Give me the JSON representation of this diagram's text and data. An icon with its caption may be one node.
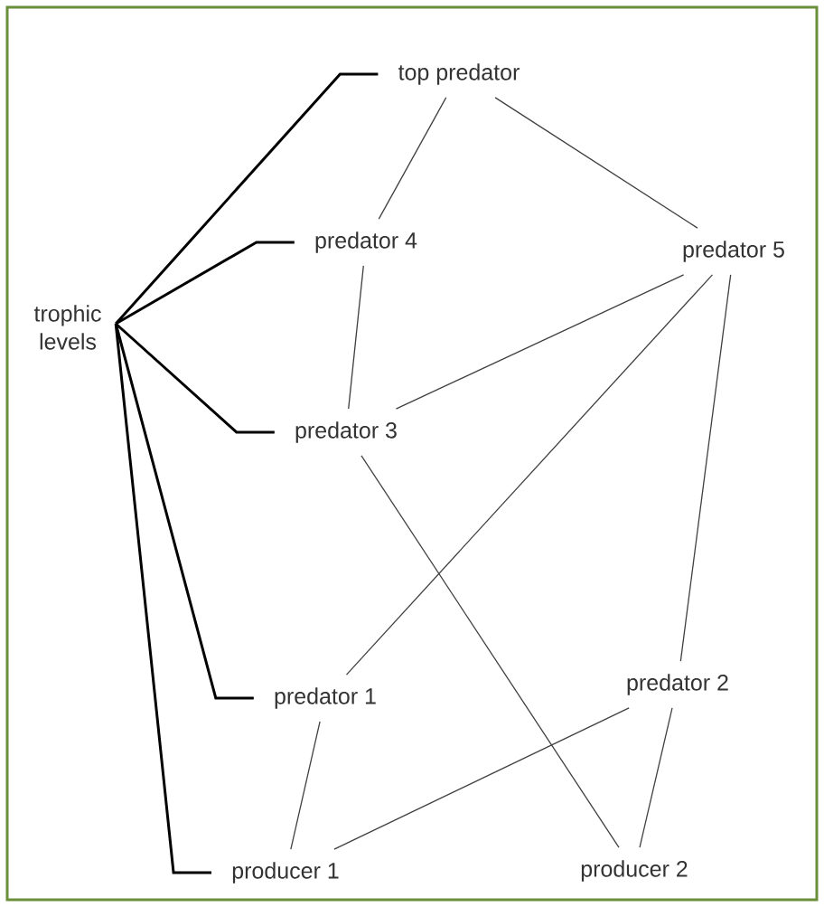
{
  "diagram": {
    "nodes": [
      {
        "text": [
          "trophic levels"
        ]
      },
      {
        "text": [
          "top predator"
        ]
      },
      {
        "text": [
          "predator 4"
        ]
      },
      {
        "text": [
          "predator 5"
        ]
      },
      {
        "text": [
          "predator 3"
        ]
      },
      {
        "text": [
          "predator 1"
        ]
      },
      {
        "text": [
          "predator 2"
        ]
      },
      {
        "text": [
          "producer 1"
        ]
      },
      {
        "text": [
          "producer 2"
        ]
      }
    ],
    "edges": [
      {
        "from": 0,
        "to": 1,
        "arrow": "none",
        "style": "thick"
      },
      {
        "from": 0,
        "to": 2,
        "arrow": "none",
        "style": "thick"
      },
      {
        "from": 0,
        "to": 4,
        "arrow": "none",
        "style": "thick"
      },
      {
        "from": 0,
        "to": 5,
        "arrow": "none",
        "style": "thick"
      },
      {
        "from": 0,
        "to": 7,
        "arrow": "none",
        "style": "thick"
      },
      {
        "from": 1,
        "to": 2,
        "arrow": "none"
      },
      {
        "from": 1,
        "to": 3,
        "arrow": "none"
      },
      {
        "from": 2,
        "to": 4,
        "arrow": "none"
      },
      {
        "from": 4,
        "to": 3,
        "arrow": "none"
      },
      {
        "from": 5,
        "to": 3,
        "arrow": "none"
      },
      {
        "from": 6,
        "to": 3,
        "arrow": "none"
      },
      {
        "from": 4,
        "to": 8,
        "arrow": "none"
      },
      {
        "from": 5,
        "to": 7,
        "arrow": "none"
      },
      {
        "from": 6,
        "to": 7,
        "arrow": "none"
      },
      {
        "from": 6,
        "to": 8,
        "arrow": "none"
      }
    ]
  }
}
